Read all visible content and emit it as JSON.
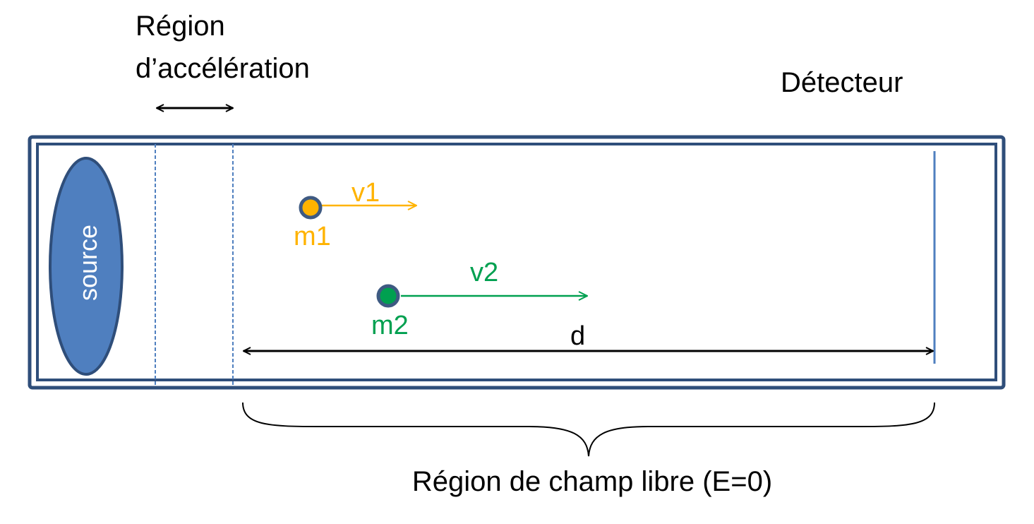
{
  "labels": {
    "acceleration_region_line1": "Région",
    "acceleration_region_line2": "d’accélération",
    "detector": "Détecteur",
    "source": "source",
    "free_field_region": "Région de champ libre (E=0)",
    "distance": "d"
  },
  "particles": [
    {
      "mass_label": "m1",
      "velocity_label": "v1",
      "color": "#FFB300"
    },
    {
      "mass_label": "m2",
      "velocity_label": "v2",
      "color": "#00A050"
    }
  ],
  "colors": {
    "frame": "#2F4E7A",
    "source_fill": "#4F7FBF",
    "divider": "#4F7FBF",
    "text": "#000000",
    "source_text": "#FFFFFF"
  }
}
